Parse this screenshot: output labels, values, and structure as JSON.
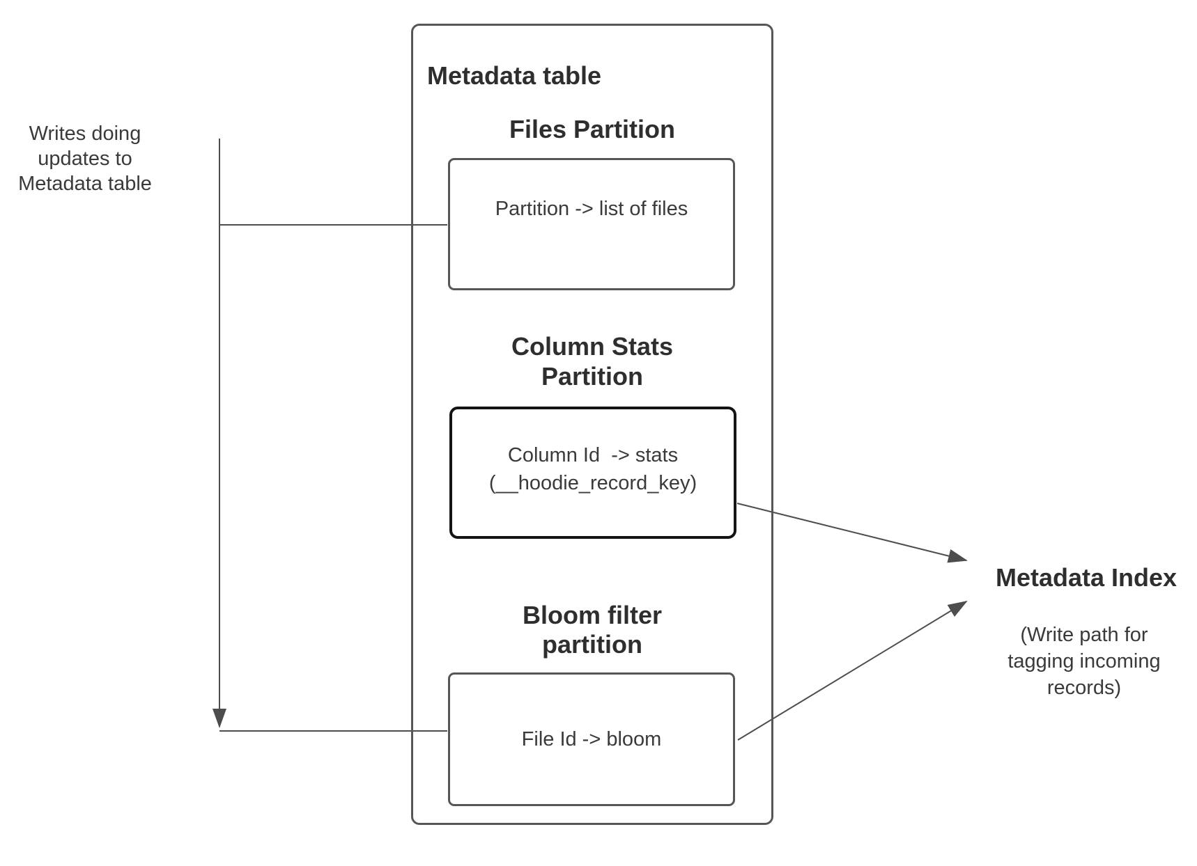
{
  "left_note": {
    "lines": [
      "Writes doing",
      "updates to",
      "Metadata table"
    ]
  },
  "metadata_table": {
    "title": "Metadata table",
    "files_partition": {
      "heading": "Files Partition",
      "box_label": "Partition -> list of files"
    },
    "column_stats_partition": {
      "heading_lines": [
        "Column Stats",
        "Partition"
      ],
      "box_lines": [
        "Column Id  -> stats",
        "(__hoodie_record_key)"
      ]
    },
    "bloom_filter_partition": {
      "heading_lines": [
        "Bloom filter",
        "partition"
      ],
      "box_label": "File Id -> bloom"
    }
  },
  "metadata_index": {
    "title": "Metadata Index",
    "subtitle_lines": [
      "(Write path for",
      "tagging incoming",
      "records)"
    ]
  },
  "colors": {
    "box_border_gray": "#565656",
    "box_border_dark": "#141414",
    "connector": "#4d4d4d",
    "text": "#333333",
    "background": "#ffffff"
  }
}
